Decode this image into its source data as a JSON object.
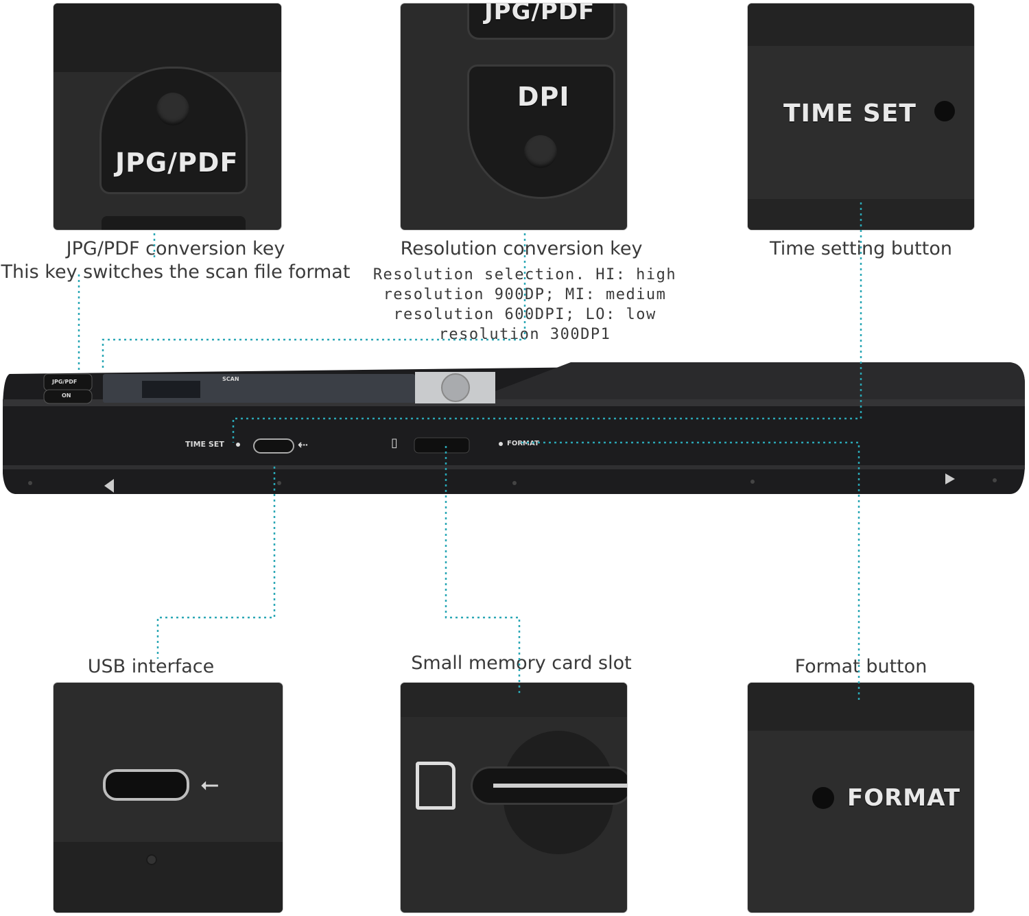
{
  "top_panels": {
    "jpg_pdf": {
      "key_text": "JPG/PDF",
      "caption_1": "JPG/PDF conversion key",
      "caption_2": "This key switches the scan file format"
    },
    "dpi": {
      "key_text_top": "JPG/PDF",
      "key_text": "DPI",
      "caption": "Resolution conversion key",
      "description": [
        "Resolution selection. HI: high",
        "resolution 900DP; MI: medium",
        "resolution 600DPI; LO: low",
        "resolution 300DP1"
      ]
    },
    "time_set": {
      "key_text": "TIME SET",
      "caption": "Time setting button"
    }
  },
  "scanner": {
    "button_jpg_pdf": "JPG/PDF",
    "button_on": "ON",
    "scan_label": "SCAN",
    "time_set_label": "TIME SET",
    "format_label": "FORMAT",
    "colors": {
      "body": "#1c1c1e",
      "leader": "#2aa7b5"
    }
  },
  "bottom_panels": {
    "usb": {
      "caption": "USB interface"
    },
    "card": {
      "caption": "Small memory card slot"
    },
    "format": {
      "key_text": "FORMAT",
      "caption": "Format button"
    }
  }
}
